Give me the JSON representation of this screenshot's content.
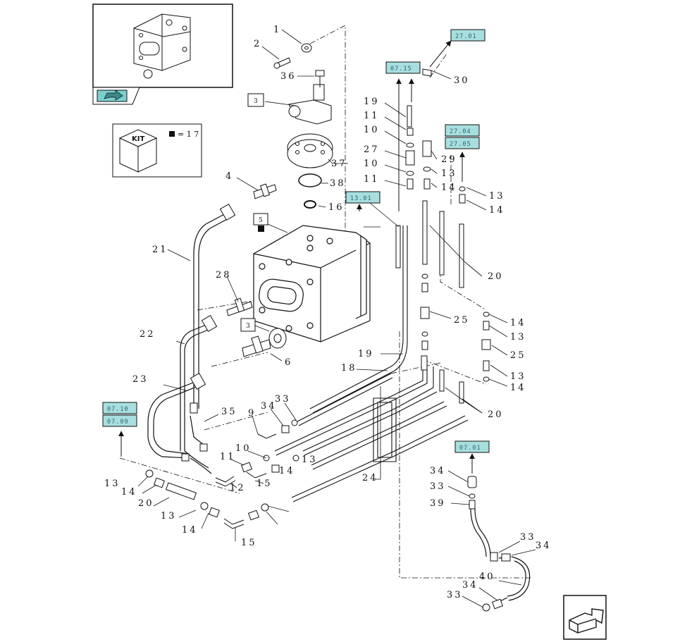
{
  "kit": {
    "label": "KIT",
    "equals": "= 1 7"
  },
  "ref_tags": {
    "t1": "27.01",
    "t2": "07.15",
    "t3": "27.04",
    "t4": "27.05",
    "t5": "13.01",
    "t6": "07.10",
    "t7": "07.09",
    "t8": "07.01"
  },
  "boxes": {
    "b1": "3",
    "b2": "5",
    "b3": "3"
  },
  "callouts": [
    "1",
    "2",
    "36",
    "37",
    "38",
    "16",
    "4",
    "21",
    "28",
    "22",
    "6",
    "23",
    "35",
    "9",
    "34",
    "33",
    "11",
    "10",
    "12",
    "15",
    "14",
    "13",
    "20",
    "13",
    "14",
    "15",
    "13",
    "14",
    "18",
    "19",
    "24",
    "11",
    "10",
    "27",
    "10",
    "11",
    "19",
    "30",
    "29",
    "13",
    "14",
    "13",
    "14",
    "20",
    "25",
    "14",
    "13",
    "25",
    "13",
    "14",
    "20",
    "34",
    "33",
    "39",
    "33",
    "34",
    "40",
    "34",
    "33"
  ],
  "icons": {
    "thumb_nav": "prev-page-arrow-icon",
    "nav_arrow": "next-page-arrow-icon"
  },
  "colors": {
    "tag_fill": "#a8dede",
    "tag_text": "#2a6a72",
    "line": "#111111"
  }
}
